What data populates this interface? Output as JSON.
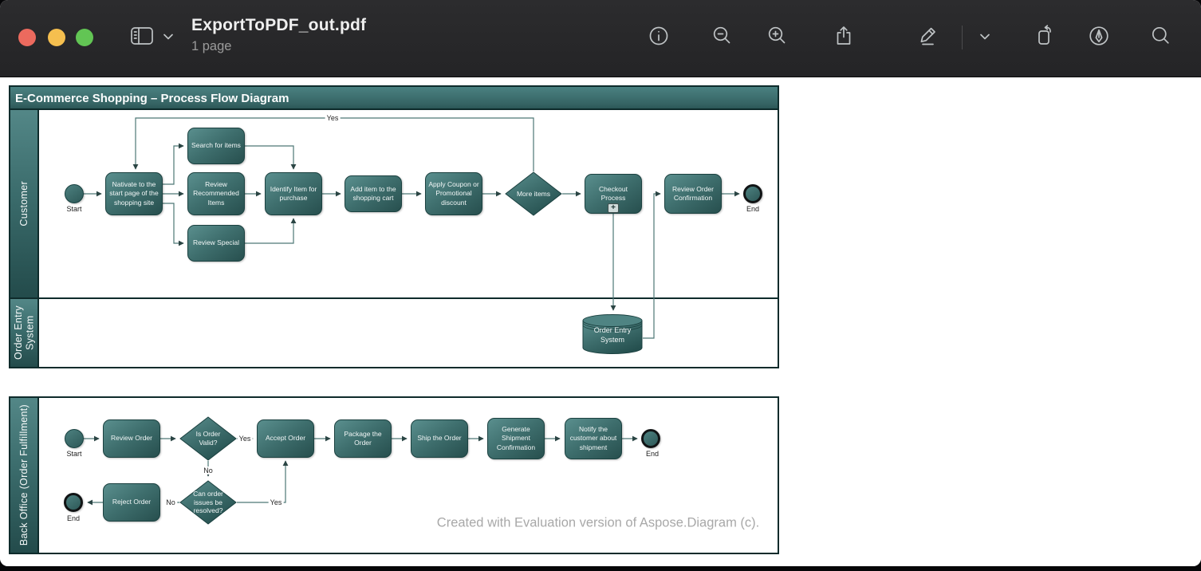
{
  "window": {
    "title": "ExportToPDF_out.pdf",
    "subtitle": "1 page",
    "traffic_lights": [
      "close",
      "minimize",
      "zoom"
    ],
    "toolbar_icon_names": [
      "sidebar-icon",
      "chevron-down-icon",
      "info-icon",
      "zoom-out-icon",
      "zoom-in-icon",
      "share-icon",
      "markup-pencil-icon",
      "markup-chevron-icon",
      "rotate-left-icon",
      "pen-nib-icon",
      "search-icon"
    ]
  },
  "colors": {
    "accent_teal": "#3d7474",
    "node_gradient_top": "#5a8f8e",
    "node_gradient_bottom": "#274f4e",
    "frame_border": "#0e2b2b",
    "connector": "#4d7776",
    "toolbar_bg": "#28282a",
    "traffic_red": "#ec6a5e",
    "traffic_yellow": "#f5bf4f",
    "traffic_green": "#62c554"
  },
  "doc": {
    "frame1": {
      "title": "E-Commerce Shopping – Process Flow Diagram",
      "lane_customer": "Customer",
      "lane_order_entry": "Order Entry System",
      "nodes": {
        "start": "Start",
        "navigate": "Nativate to the start page of the shopping site",
        "search_items": "Search for items",
        "review_recommended": "Review Recommended Items",
        "review_special": "Review Special",
        "identify_item": "Identify Item for purchase",
        "add_item": "Add item to the shopping cart",
        "apply_coupon": "Apply Coupon or Promotional discount",
        "more_items": "More items",
        "checkout": "Checkout Process",
        "checkout_marker": "+",
        "review_confirmation": "Review Order Confirmation",
        "end": "End",
        "order_entry_db": "Order Entry System"
      },
      "edge_labels": {
        "yes_loop": "Yes"
      }
    },
    "frame2": {
      "lane": "Back Office (Order Fulfillment)",
      "nodes": {
        "start": "Start",
        "review_order": "Review Order",
        "is_valid": "Is Order Valid?",
        "accept": "Accept Order",
        "package": "Package the Order",
        "ship": "Ship the Order",
        "generate": "Generate Shipment Confirmation",
        "notify": "Notify the customer about shipment",
        "end_top": "End",
        "resolve": "Can order issues be resolved?",
        "reject": "Reject Order",
        "end_bottom": "End"
      },
      "edge_labels": {
        "valid_yes": "Yes",
        "valid_no": "No",
        "resolve_no": "No",
        "resolve_yes": "Yes"
      }
    },
    "watermark": "Created with Evaluation version of Aspose.Diagram (c)."
  }
}
